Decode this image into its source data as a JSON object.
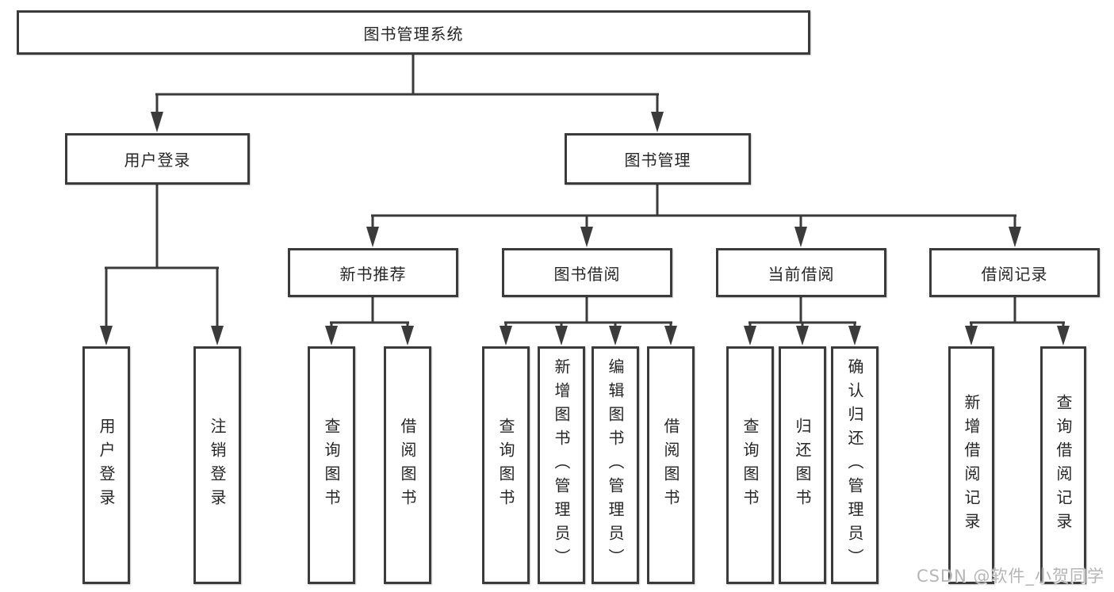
{
  "nodes": {
    "root": "图书管理系统",
    "level2": {
      "user_login": "用户登录",
      "book_mgmt": "图书管理"
    },
    "level3": {
      "new_book_recommend": "新书推荐",
      "book_borrow": "图书借阅",
      "current_borrow": "当前借阅",
      "borrow_records": "借阅记录"
    },
    "leaves": {
      "user_login": "用户登录",
      "logout": "注销登录",
      "query_book_a": "查询图书",
      "borrow_book_a": "借阅图书",
      "query_book_b": "查询图书",
      "add_book_admin": "新增图书（管理员）",
      "edit_book_admin": "编辑图书（管理员）",
      "borrow_book_b": "借阅图书",
      "query_book_c": "查询图书",
      "return_book": "归还图书",
      "confirm_return_admin": "确认归还（管理员）",
      "add_borrow_record": "新增借阅记录",
      "query_borrow_record": "查询借阅记录"
    }
  },
  "watermark": "CSDN @软件_小贺同学",
  "colors": {
    "line": "#3b3b3b",
    "text": "#262626",
    "watermark": "#b5b5b5",
    "background": "#ffffff"
  }
}
